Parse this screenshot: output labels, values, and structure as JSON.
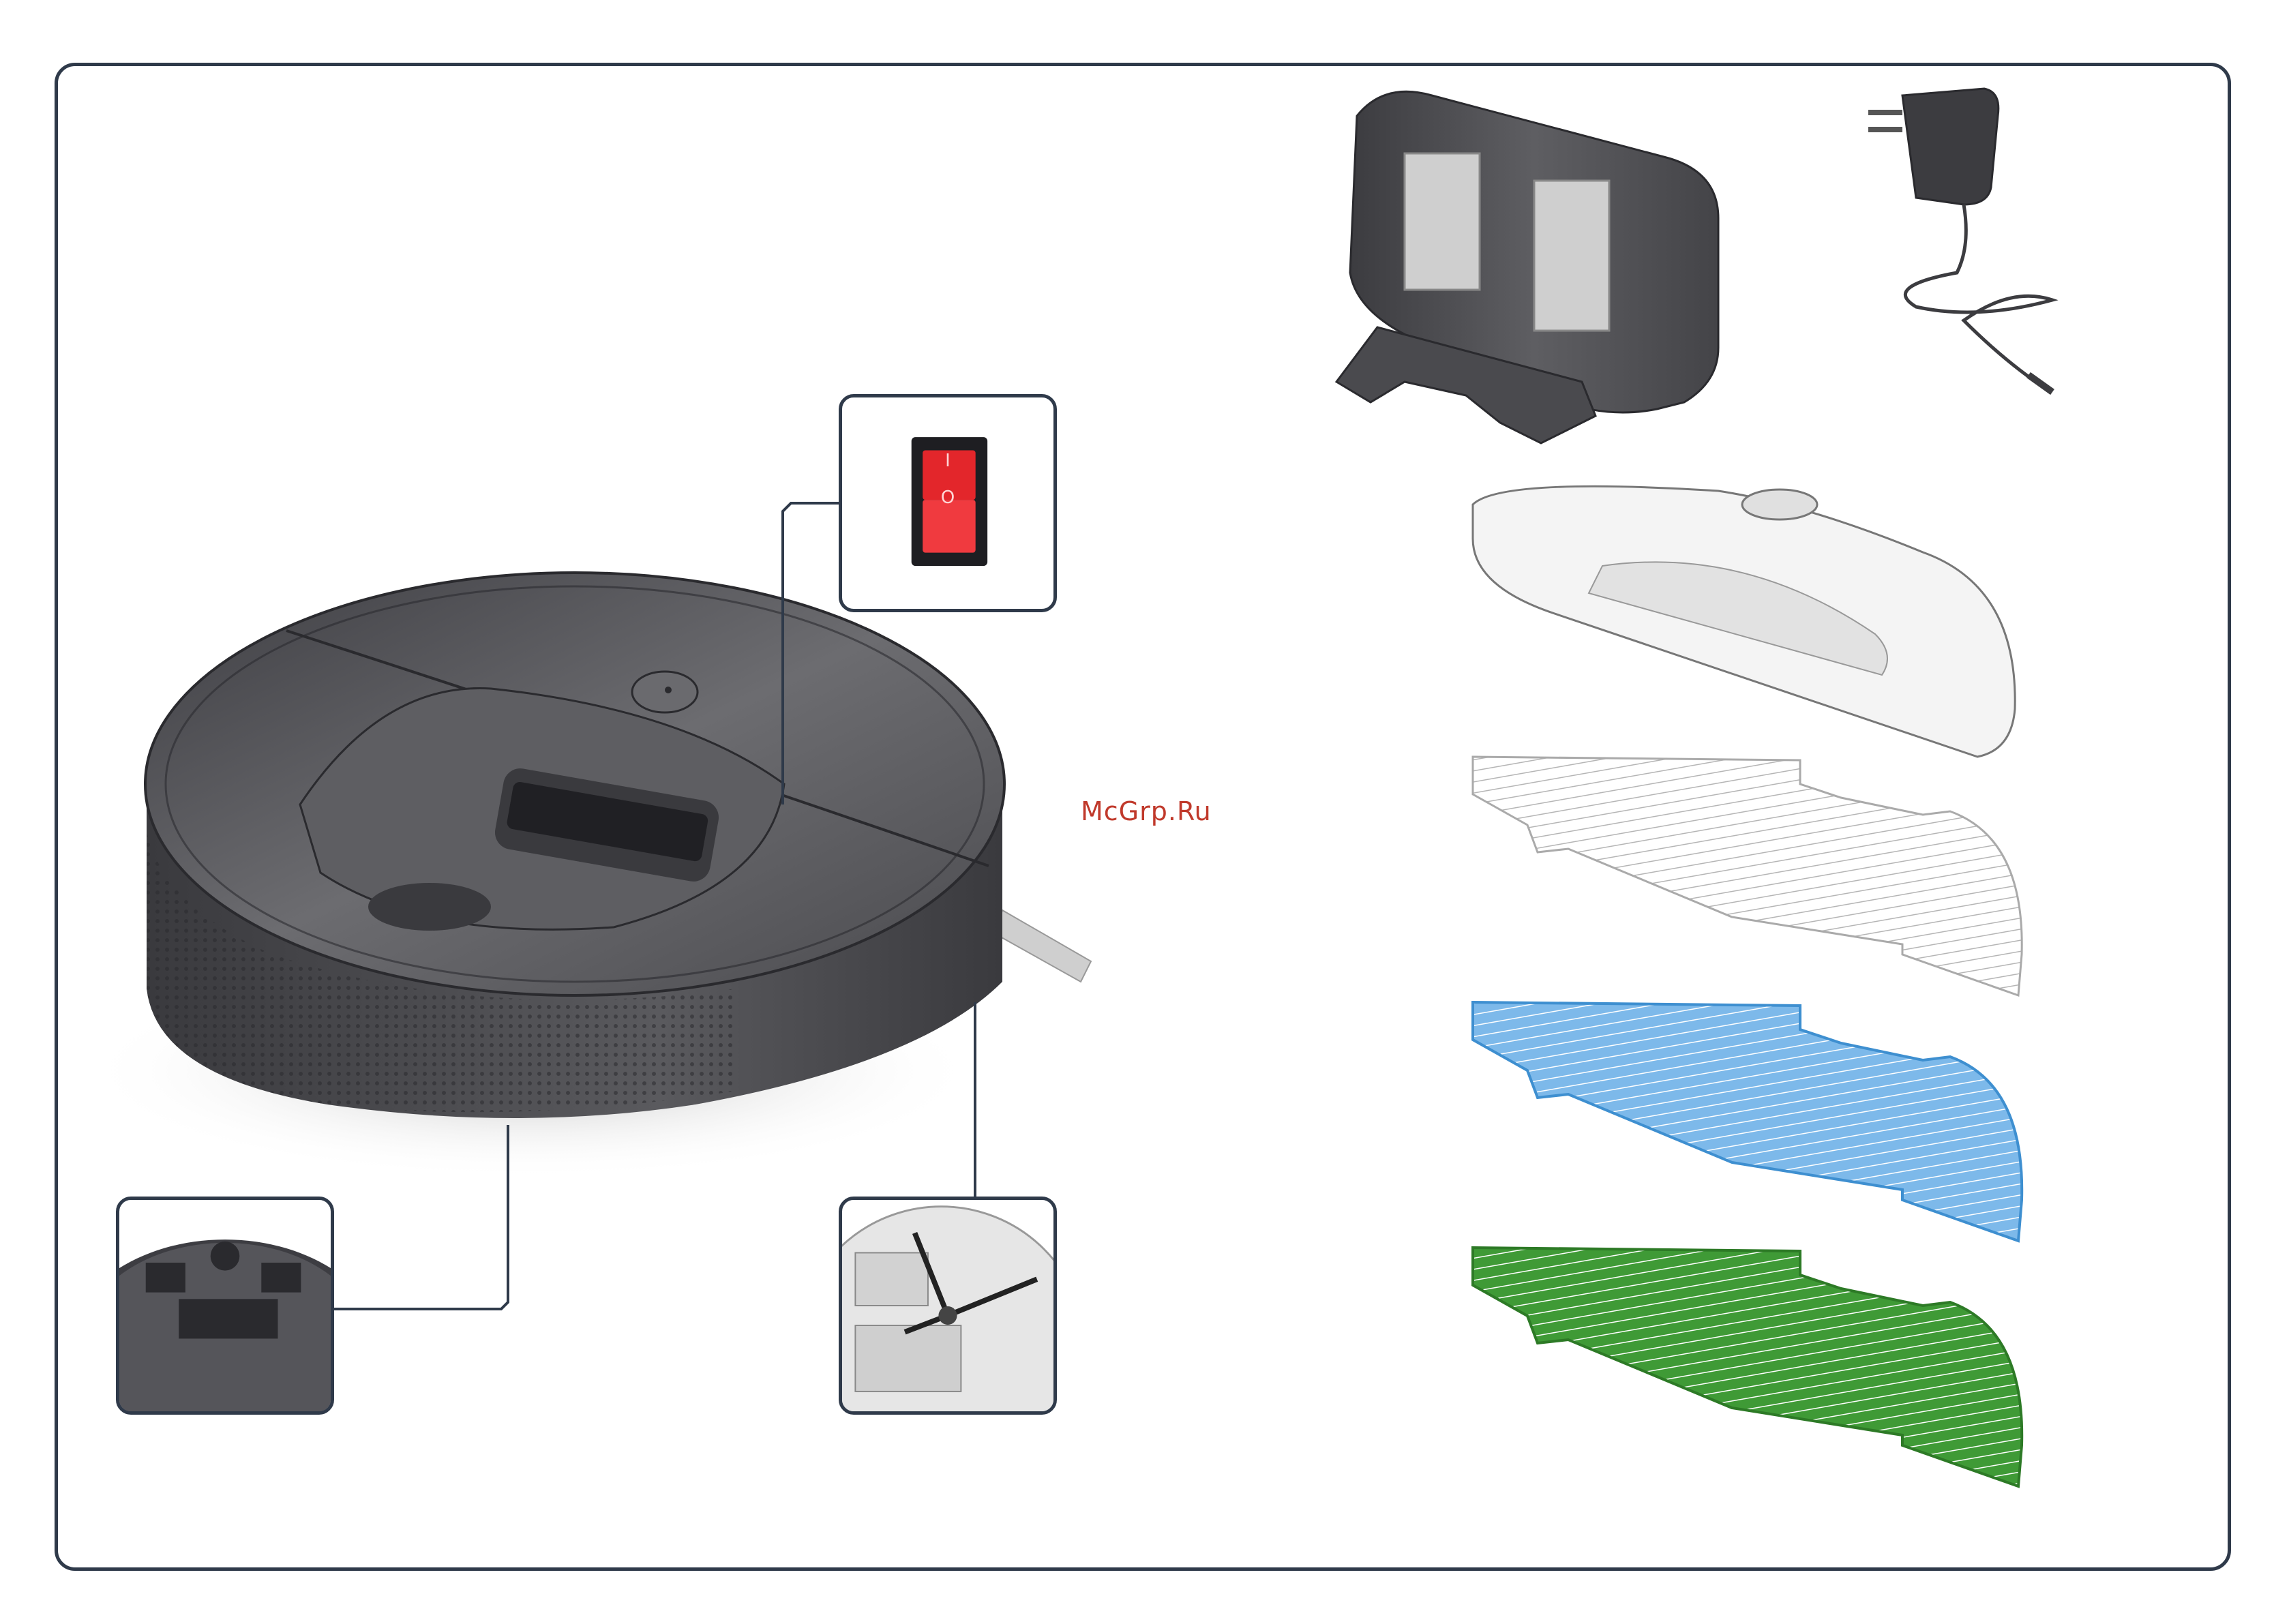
{
  "watermark": "McGrp.Ru",
  "switch": {
    "on_mark": "I",
    "off_mark": "O"
  },
  "colors": {
    "frame": "#2f3a4a",
    "robot_body": "#4a4a4e",
    "switch_red": "#e3262b",
    "mop_white": "#ffffff",
    "mop_blue": "#6fb3e6",
    "mop_green": "#3f9a36",
    "watermark": "#c0392b"
  },
  "icons": [
    "robot-vacuum-icon",
    "charging-dock-icon",
    "power-adapter-icon",
    "mop-bracket-icon",
    "power-switch-icon",
    "side-brush-icon"
  ]
}
